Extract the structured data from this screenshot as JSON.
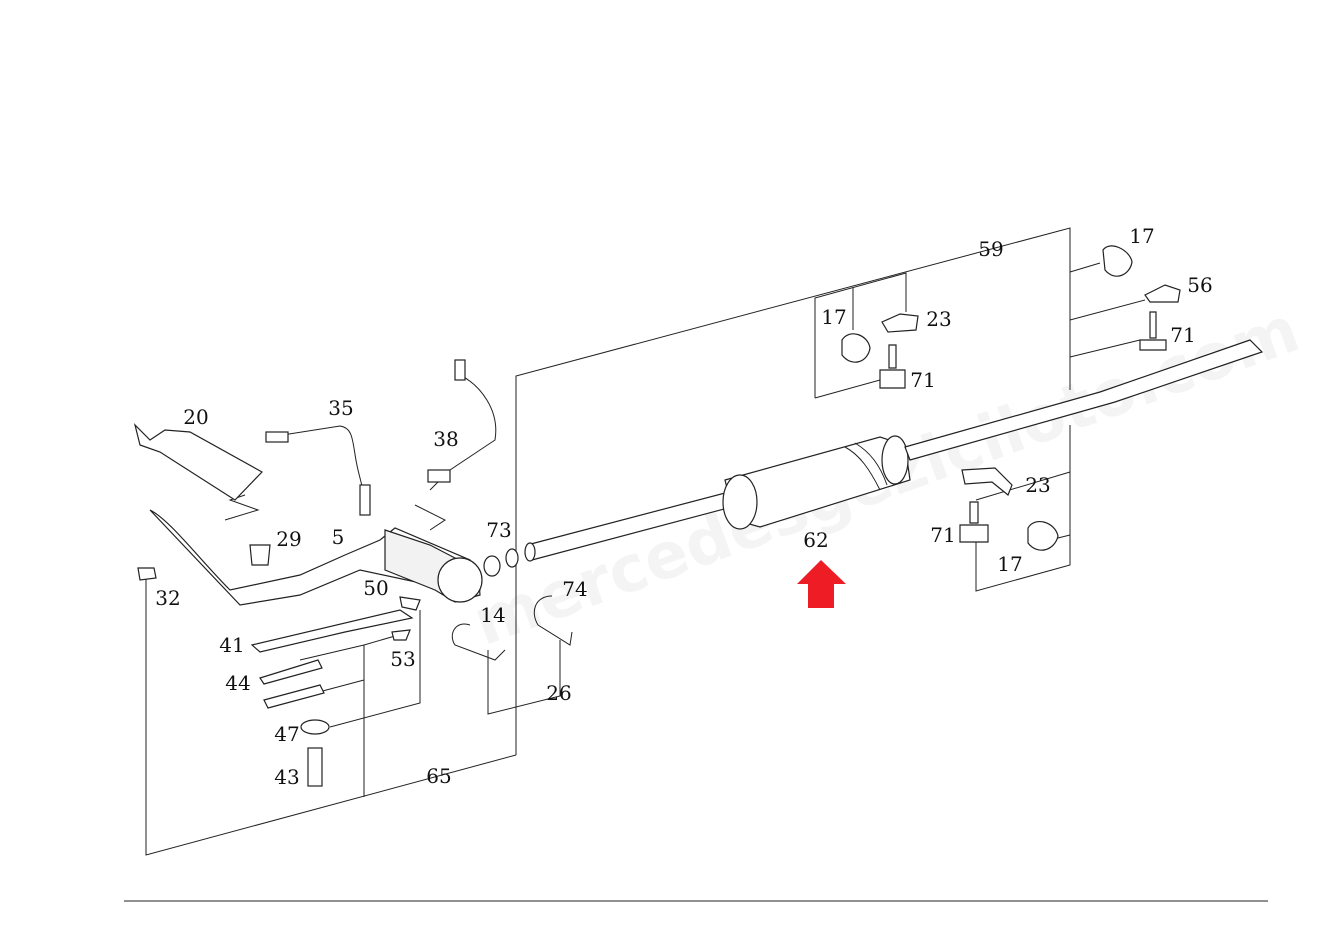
{
  "diagram": {
    "title": "Exhaust system exploded view",
    "watermark": "mercedesgeziciloto.com",
    "highlight_color": "#ee1c25",
    "highlighted_part": "62",
    "labels": {
      "p17a": "17",
      "p59": "59",
      "p56": "56",
      "p17b": "17",
      "p23a": "23",
      "p71a": "71",
      "p71b": "71",
      "p20": "20",
      "p35": "35",
      "p38": "38",
      "p23b": "23",
      "p73": "73",
      "p5": "5",
      "p29": "29",
      "p71c": "71",
      "p62": "62",
      "p17c": "17",
      "p50": "50",
      "p74": "74",
      "p32": "32",
      "p14": "14",
      "p41": "41",
      "p53": "53",
      "p44": "44",
      "p26": "26",
      "p47": "47",
      "p43": "43",
      "p65": "65"
    }
  }
}
